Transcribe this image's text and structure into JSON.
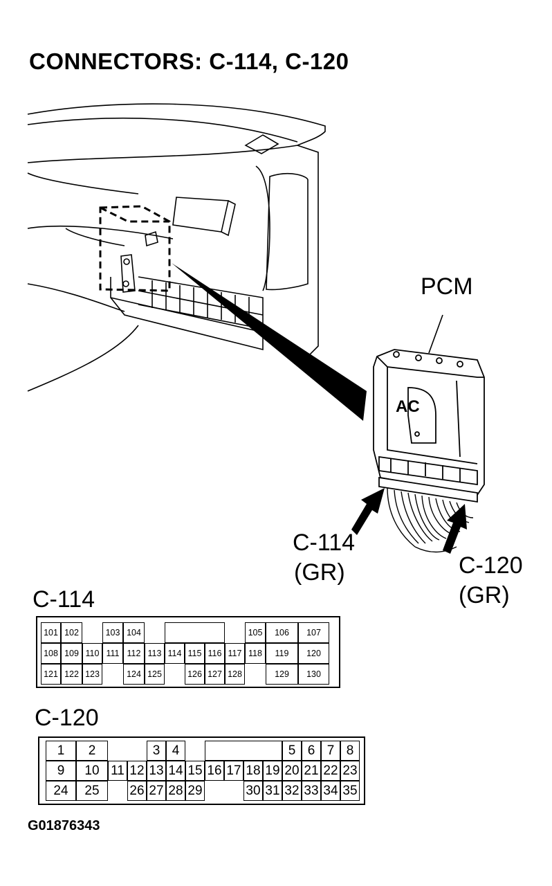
{
  "title": "CONNECTORS: C-114, C-120",
  "labels": {
    "pcm": "PCM",
    "ac": "AC",
    "c114_callout": "C-114",
    "c114_color": "(GR)",
    "c120_callout": "C-120",
    "c120_color": "(GR)"
  },
  "c114": {
    "name": "C-114",
    "row1": [
      "101",
      "102",
      "",
      "103",
      "104",
      "",
      "",
      "",
      "",
      "",
      "",
      "105",
      "106",
      "107"
    ],
    "row2": [
      "108",
      "109",
      "110",
      "111",
      "112",
      "113",
      "114",
      "115",
      "116",
      "117",
      "118",
      "119",
      "120"
    ],
    "row3": [
      "121",
      "122",
      "123",
      "",
      "124",
      "125",
      "",
      "126",
      "127",
      "128",
      "",
      "129",
      "130"
    ]
  },
  "c120": {
    "name": "C-120",
    "pins": [
      "1",
      "2",
      "3",
      "4",
      "5",
      "6",
      "7",
      "8",
      "9",
      "10",
      "11",
      "12",
      "13",
      "14",
      "15",
      "16",
      "17",
      "18",
      "19",
      "20",
      "21",
      "22",
      "23",
      "24",
      "25",
      "26",
      "27",
      "28",
      "29",
      "30",
      "31",
      "32",
      "33",
      "34",
      "35"
    ]
  },
  "figure_code": "G01876343"
}
